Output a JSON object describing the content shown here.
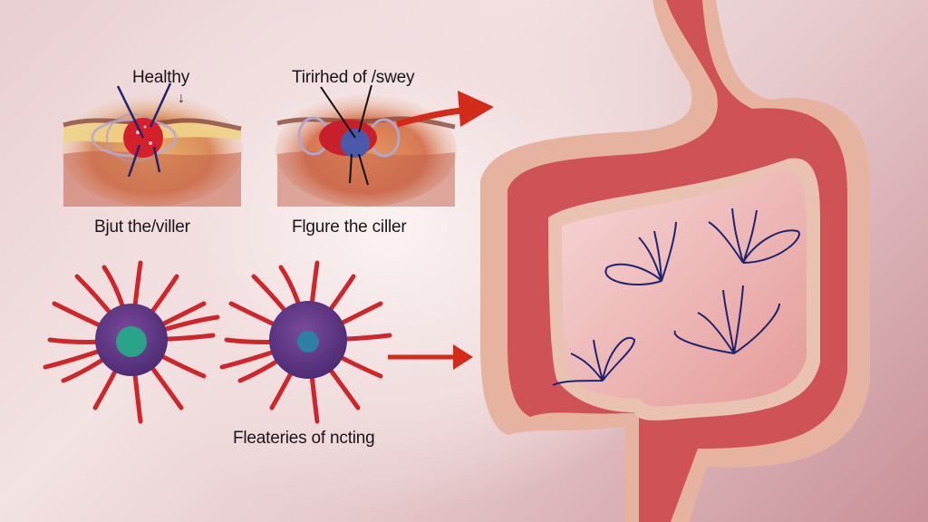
{
  "figure": {
    "panels": [
      {
        "id": "healthy",
        "title": "Healthy",
        "caption": "Bjut the/viller"
      },
      {
        "id": "damaged",
        "title": "Tirirhed of /swey",
        "caption": "Flgure the ciller"
      }
    ],
    "micelles_caption": "Fleateries of ncting",
    "organ": "small-and-large-intestine",
    "colors": {
      "arrow": "#d42a1a",
      "micelle_tail": "#d0262a",
      "micelle_core": "#5e3a86",
      "core_healthy": "#2aa388",
      "core_damaged": "#2e7fa6",
      "intestine_wall": "#cf5356",
      "intestine_outer": "#e2aa98",
      "villi_ink": "#1f2470",
      "background": "#efd9da"
    }
  }
}
